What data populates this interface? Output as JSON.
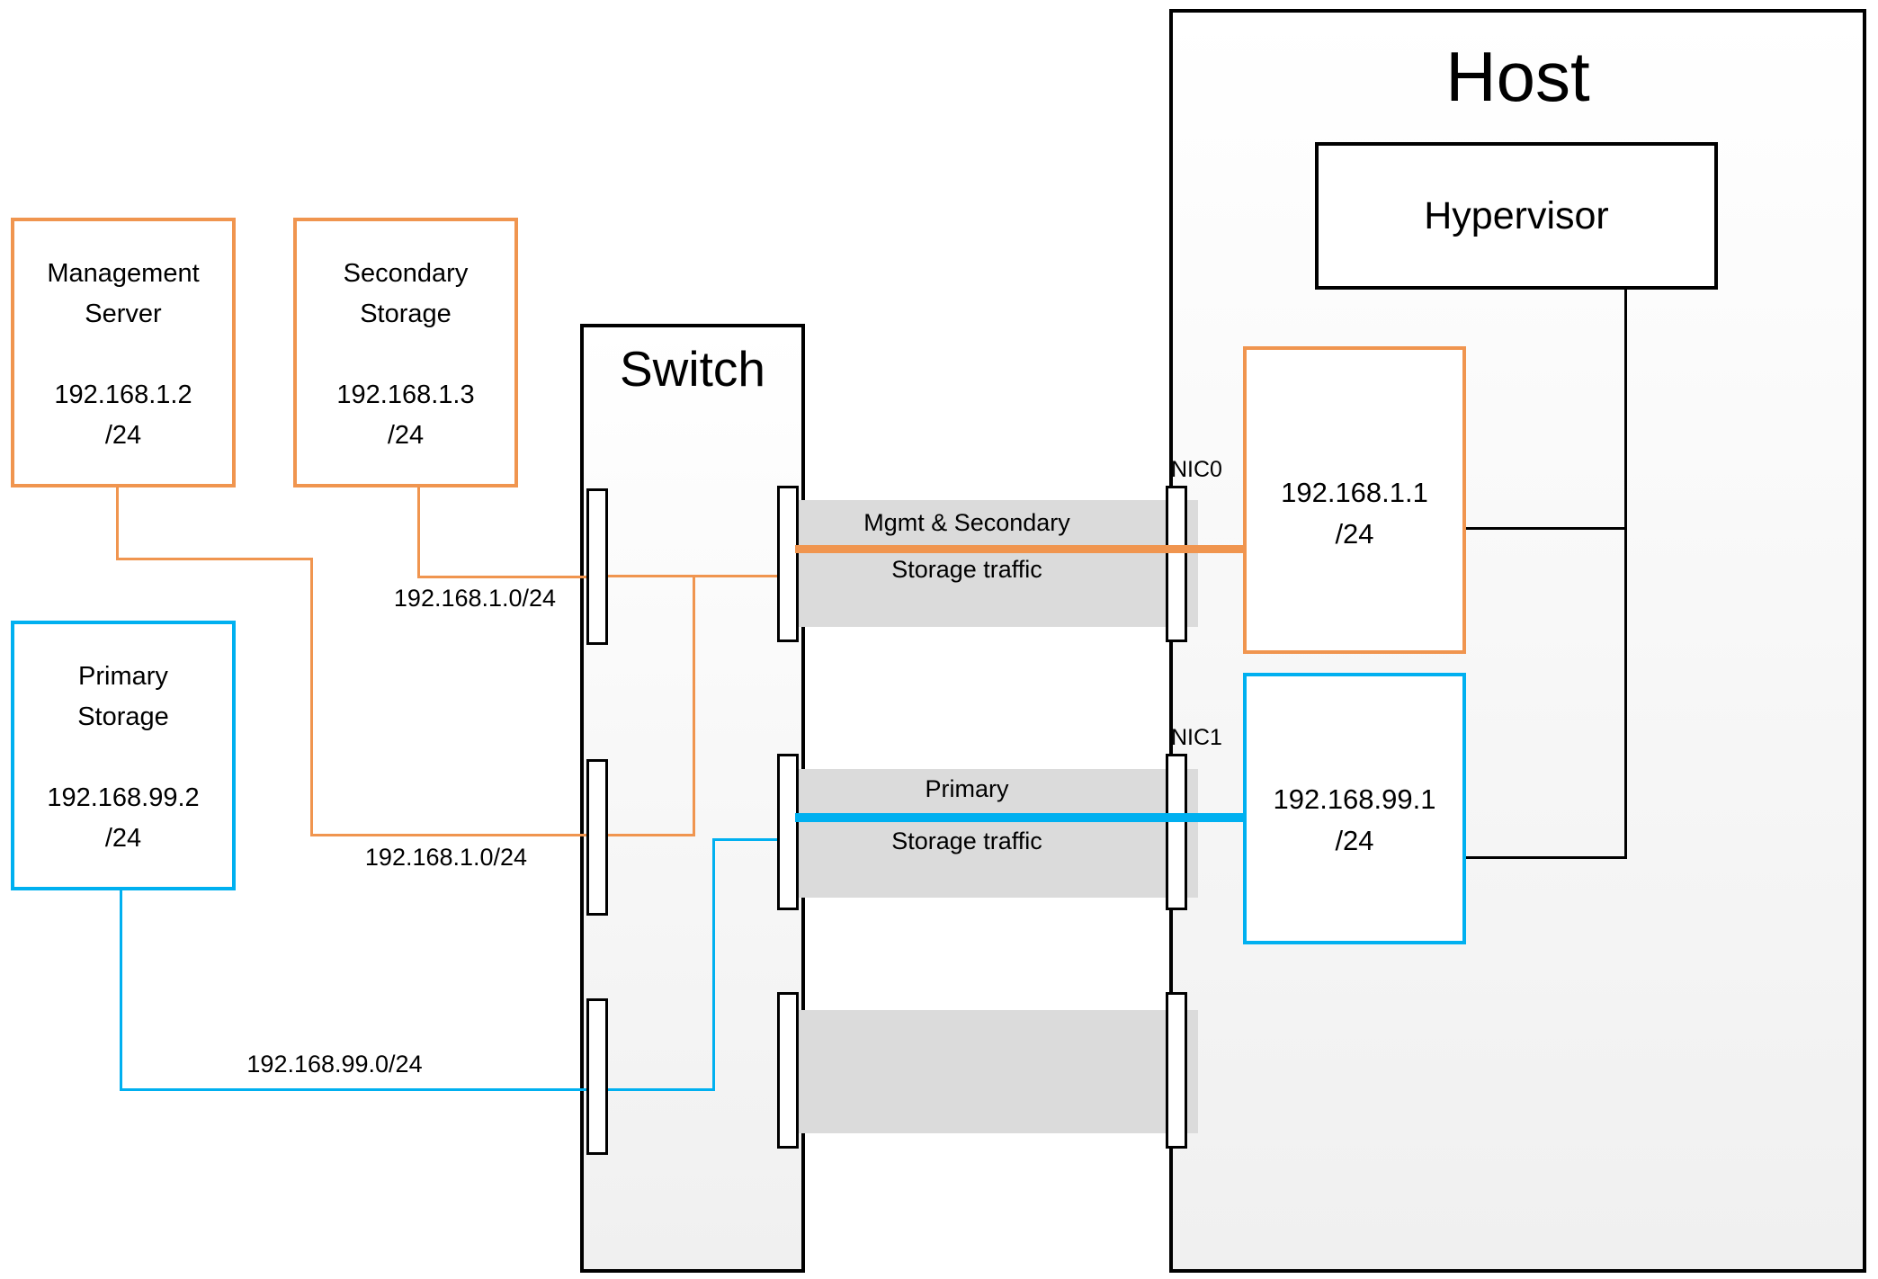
{
  "colors": {
    "orange": "#F0954F",
    "blue": "#00B0F0",
    "band_gray": "#DBDBDB",
    "line_black": "#000000"
  },
  "nodes": {
    "management_server": {
      "name_line1": "Management",
      "name_line2": "Server",
      "ip": "192.168.1.2",
      "mask": "/24"
    },
    "secondary_storage": {
      "name_line1": "Secondary",
      "name_line2": "Storage",
      "ip": "192.168.1.3",
      "mask": "/24"
    },
    "primary_storage": {
      "name_line1": "Primary",
      "name_line2": "Storage",
      "ip": "192.168.99.2",
      "mask": "/24"
    },
    "switch": {
      "title": "Switch"
    },
    "host": {
      "title": "Host",
      "hypervisor_label": "Hypervisor"
    },
    "nic0": {
      "label": "NIC0",
      "ip": "192.168.1.1",
      "mask": "/24"
    },
    "nic1": {
      "label": "NIC1",
      "ip": "192.168.99.1",
      "mask": "/24"
    }
  },
  "subnet_labels": {
    "secondary_link": "192.168.1.0/24",
    "management_link": "192.168.1.0/24",
    "primary_link": "192.168.99.0/24"
  },
  "traffic_labels": {
    "mgmt_secondary_line1": "Mgmt & Secondary",
    "mgmt_secondary_line2": "Storage traffic",
    "primary_line1": "Primary",
    "primary_line2": "Storage traffic"
  }
}
